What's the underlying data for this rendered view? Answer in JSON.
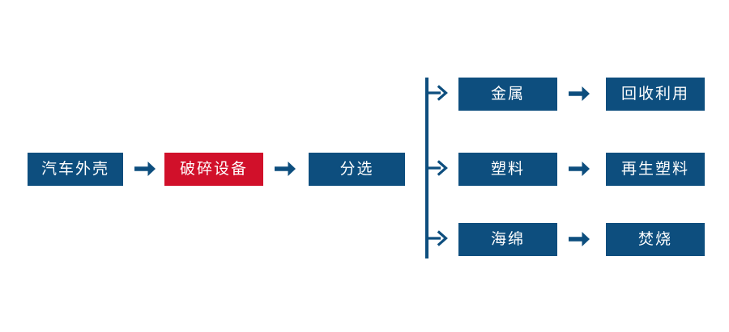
{
  "diagram": {
    "title_text": "",
    "background": "#ffffff",
    "colors": {
      "box_blue": "#0d4e7e",
      "box_red": "#d1102a",
      "arrow_blue": "#0d4e7e",
      "label_text": "#ffffff"
    },
    "main_chain": [
      {
        "label": "汽车外壳",
        "style": "blue"
      },
      {
        "label": "破碎设备",
        "style": "red"
      },
      {
        "label": "分选",
        "style": "blue"
      }
    ],
    "chain_arrows": [
      {
        "glyph": "arrow-right"
      },
      {
        "glyph": "arrow-right"
      }
    ],
    "branches": [
      {
        "branch_arrow": "branch-arrow-right",
        "material": {
          "label": "金属",
          "style": "blue"
        },
        "arrow": {
          "glyph": "arrow-right"
        },
        "destination": {
          "label": "回收利用",
          "style": "blue"
        }
      },
      {
        "branch_arrow": "branch-arrow-right",
        "material": {
          "label": "塑料",
          "style": "blue"
        },
        "arrow": {
          "glyph": "arrow-right"
        },
        "destination": {
          "label": "再生塑料",
          "style": "blue"
        }
      },
      {
        "branch_arrow": "branch-arrow-right",
        "material": {
          "label": "海绵",
          "style": "blue"
        },
        "arrow": {
          "glyph": "arrow-right"
        },
        "destination": {
          "label": "焚烧",
          "style": "blue"
        }
      }
    ]
  }
}
